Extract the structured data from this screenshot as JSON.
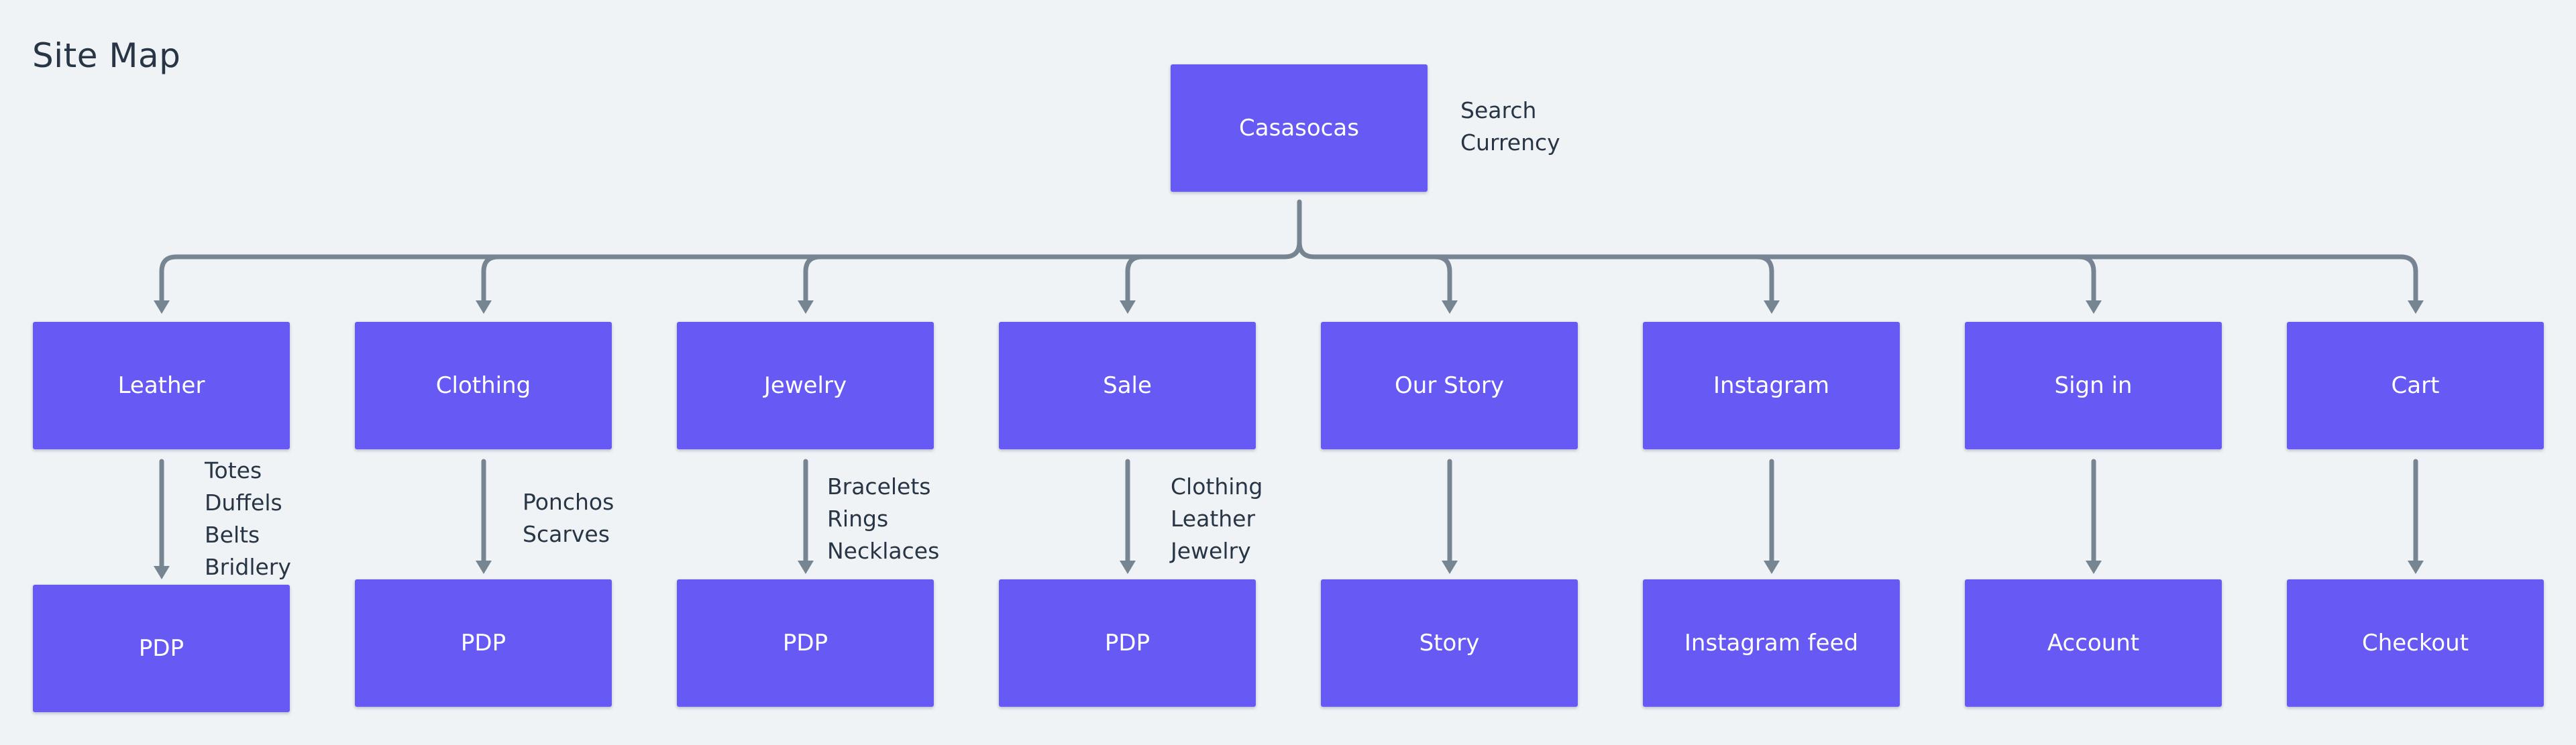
{
  "title": "Site Map",
  "colors": {
    "node_fill": "#6659f4",
    "connector": "#778593",
    "background": "#eff3f6",
    "text": "#273545"
  },
  "root": {
    "label": "Casasocas",
    "notes": [
      "Search",
      "Currency"
    ]
  },
  "sections": [
    {
      "label": "Leather",
      "notes": [
        "Totes",
        "Duffels",
        "Belts",
        "Bridlery"
      ],
      "child": "PDP"
    },
    {
      "label": "Clothing",
      "notes": [
        "Ponchos",
        "Scarves"
      ],
      "child": "PDP"
    },
    {
      "label": "Jewelry",
      "notes": [
        "Bracelets",
        "Rings",
        "Necklaces"
      ],
      "child": "PDP"
    },
    {
      "label": "Sale",
      "notes": [
        "Clothing",
        "Leather",
        "Jewelry"
      ],
      "child": "PDP"
    },
    {
      "label": "Our Story",
      "notes": [],
      "child": "Story"
    },
    {
      "label": "Instagram",
      "notes": [],
      "child": "Instagram feed"
    },
    {
      "label": "Sign in",
      "notes": [],
      "child": "Account"
    },
    {
      "label": "Cart",
      "notes": [],
      "child": "Checkout"
    }
  ]
}
